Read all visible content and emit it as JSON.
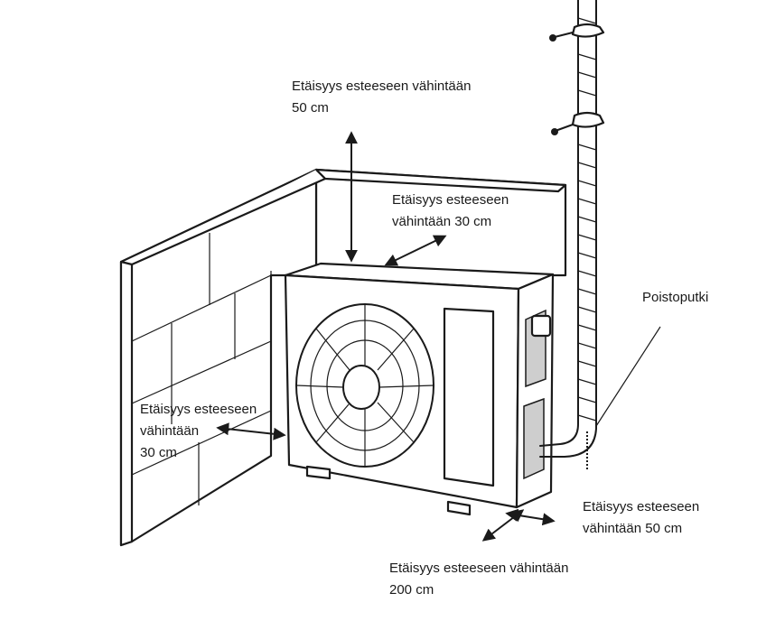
{
  "labels": {
    "top": {
      "line1": "Etäisyys esteeseen vähintään",
      "line2": "50 cm"
    },
    "back": {
      "line1": "Etäisyys esteeseen",
      "line2": "vähintään 30 cm"
    },
    "left": {
      "line1": "Etäisyys esteeseen",
      "line2": "vähintään",
      "line3": "30 cm"
    },
    "pipe": {
      "line1": "Poistoputki"
    },
    "right": {
      "line1": "Etäisyys esteeseen",
      "line2": "vähintään 50 cm"
    },
    "front": {
      "line1": "Etäisyys esteeseen vähintään",
      "line2": "200 cm"
    }
  },
  "colors": {
    "ink": "#1a1a1a",
    "background": "#ffffff"
  }
}
